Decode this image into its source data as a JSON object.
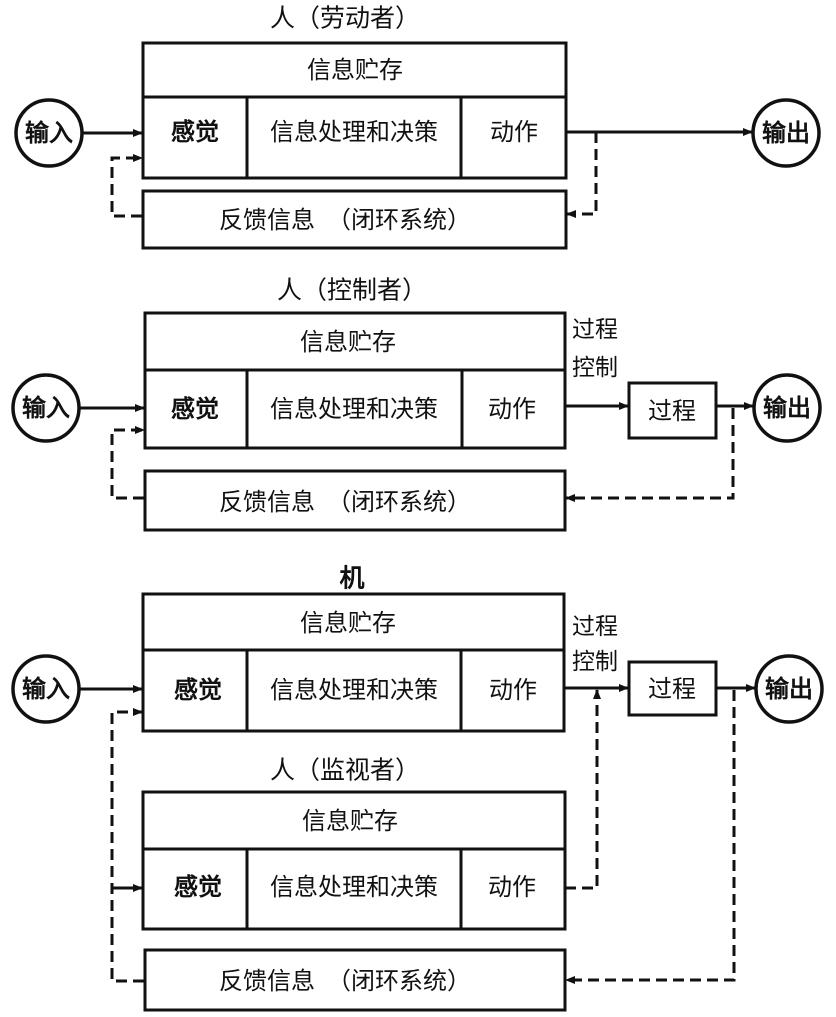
{
  "diagram": {
    "type": "human-machine system block diagrams",
    "panels": [
      {
        "id": "worker",
        "title": "人（劳动者）",
        "storage": "信息贮存",
        "sense": "感觉",
        "process": "信息处理和决策",
        "action": "动作",
        "feedback": "反馈信息　（闭环系统）",
        "input": "输入",
        "output": "输出"
      },
      {
        "id": "controller",
        "title": "人（控制者）",
        "storage": "信息贮存",
        "sense": "感觉",
        "process": "信息处理和决策",
        "action": "动作",
        "feedback": "反馈信息　（闭环系统）",
        "input": "输入",
        "output": "输出",
        "control_label_1": "过程",
        "control_label_2": "控制",
        "process_box": "过程"
      },
      {
        "id": "machine-monitor",
        "title": "机",
        "storage": "信息贮存",
        "sense": "感觉",
        "process": "信息处理和决策",
        "action": "动作",
        "input": "输入",
        "output": "输出",
        "control_label_1": "过程",
        "control_label_2": "控制",
        "process_box": "过程",
        "monitor": {
          "title": "人（监视者）",
          "storage": "信息贮存",
          "sense": "感觉",
          "process": "信息处理和决策",
          "action": "动作"
        },
        "feedback": "反馈信息　（闭环系统）"
      }
    ]
  }
}
